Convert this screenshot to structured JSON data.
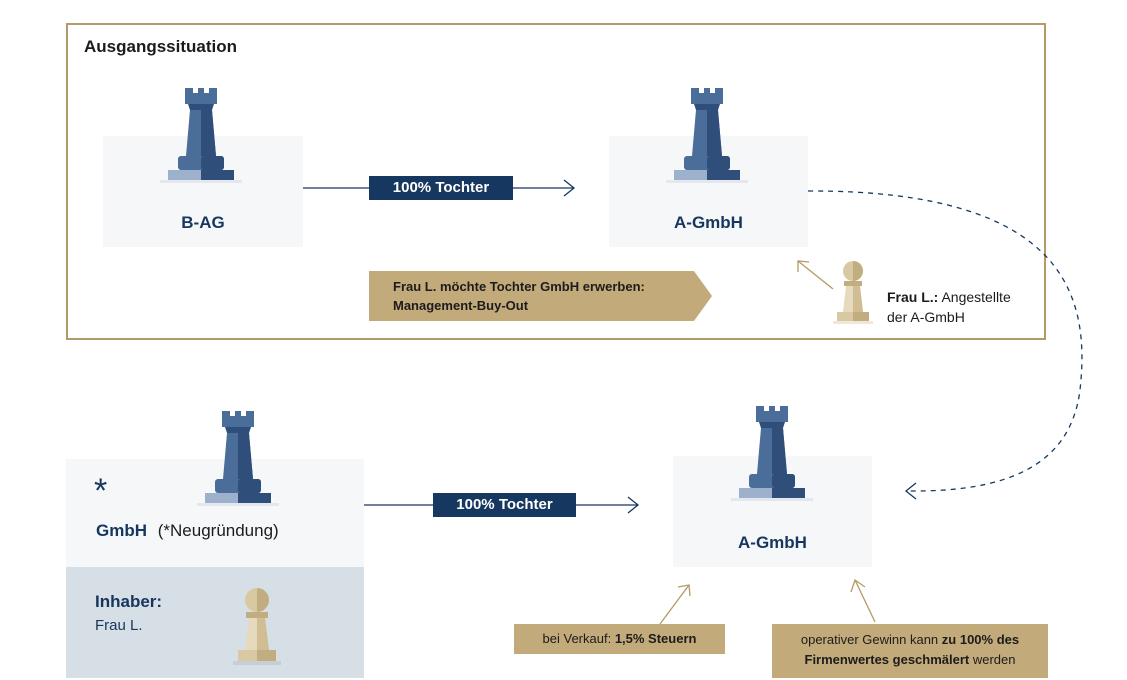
{
  "top_section": {
    "title": "Ausgangssituation",
    "entity_left": "B-AG",
    "entity_right": "A-GmbH",
    "relation_label": "100% Tochter",
    "note_line1": "Frau L. möchte Tochter GmbH erwerben:",
    "note_line2": "Management-Buy-Out",
    "person_name": "Frau L.:",
    "person_role_part1": "Angestellte",
    "person_role_part2": "der A-GmbH"
  },
  "bottom_section": {
    "new_entity_star": "*",
    "new_entity_name": "GmbH",
    "new_entity_note": "(*Neugründung)",
    "owner_label": "Inhaber:",
    "owner_name": "Frau L.",
    "relation_label": "100% Tochter",
    "target_entity": "A-GmbH",
    "sale_note_prefix": "bei Verkauf:",
    "sale_note_bold": "1,5% Steuern",
    "profit_note_part1": "operativer Gewinn kann",
    "profit_note_bold1": "zu 100% des",
    "profit_note_bold2": "Firmenwertes geschmälert",
    "profit_note_part2": "werden"
  },
  "colors": {
    "navy": "#163860",
    "gold": "#c3aa7a",
    "frame_gold": "#b39a66",
    "rook_blue": "#4a6d9a",
    "pawn_beige": "#d9c9a3",
    "card_bg": "#f5f7f9",
    "owner_bg": "#d6dee6"
  },
  "icons": [
    "rook-icon",
    "pawn-icon",
    "arrow-icon"
  ]
}
